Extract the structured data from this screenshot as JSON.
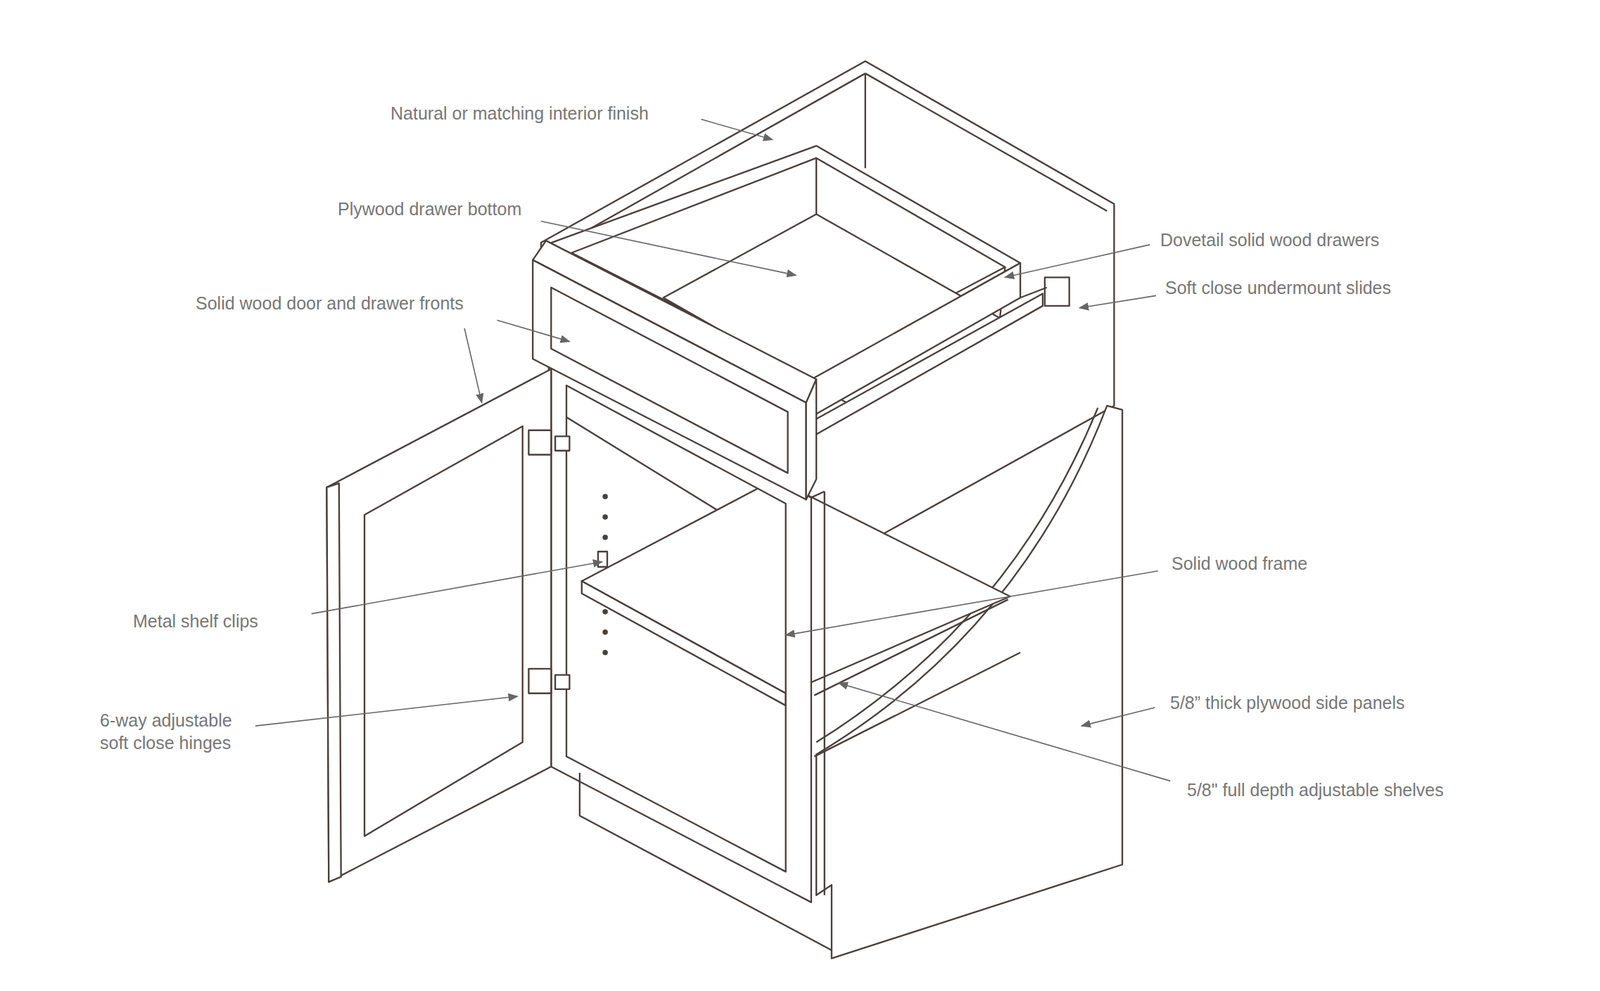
{
  "diagram": {
    "labels": [
      "Natural or matching interior finish",
      "Plywood drawer bottom",
      "Dovetail solid wood drawers",
      "Soft close undermount slides",
      "Solid wood door and drawer fronts",
      "Solid wood frame",
      "Metal shelf clips",
      "5/8” thick plywood side panels",
      "6-way adjustable soft close hinges",
      "5/8\" full depth adjustable shelves"
    ]
  }
}
